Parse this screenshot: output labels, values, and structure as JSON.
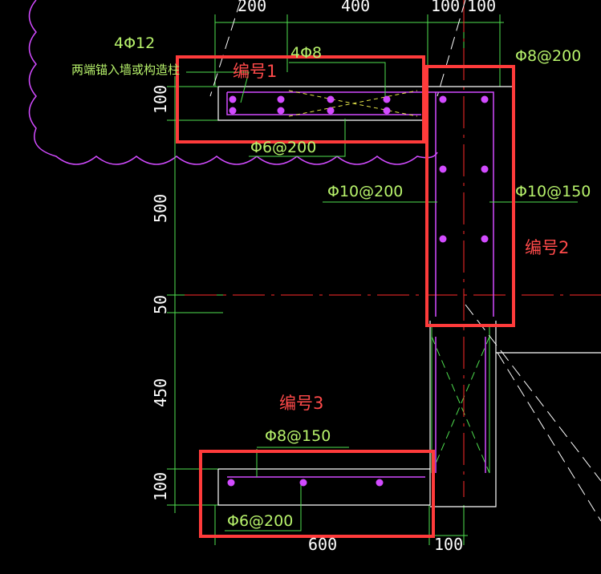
{
  "drawing": {
    "top_dims": [
      "200",
      "400",
      "100",
      "100"
    ],
    "left_dims": [
      "100",
      "500",
      "50",
      "450",
      "100"
    ],
    "bottom_dims": [
      "600",
      "100"
    ],
    "annotations": {
      "main_bars": "4Φ12",
      "anchor_note": "两端锚入墙或构造柱",
      "top_bars_2": "4Φ8",
      "stirrup_1": "Φ6@200",
      "stirrup_2_top": "Φ8@200",
      "left_dist": "Φ10@200",
      "right_dist": "Φ10@150",
      "top_3": "Φ8@150",
      "stirrup_3": "Φ6@200"
    },
    "tags": {
      "tag1": "编号1",
      "tag2": "编号2",
      "tag3": "编号3"
    },
    "colors": {
      "background": "#000000",
      "highlight": "#ff3b3b",
      "rebar": "#d24bff",
      "dimension": "#4fe04f",
      "outline": "#ffffff",
      "note": "#b7f26b",
      "axis": "#ff2a2a"
    }
  }
}
